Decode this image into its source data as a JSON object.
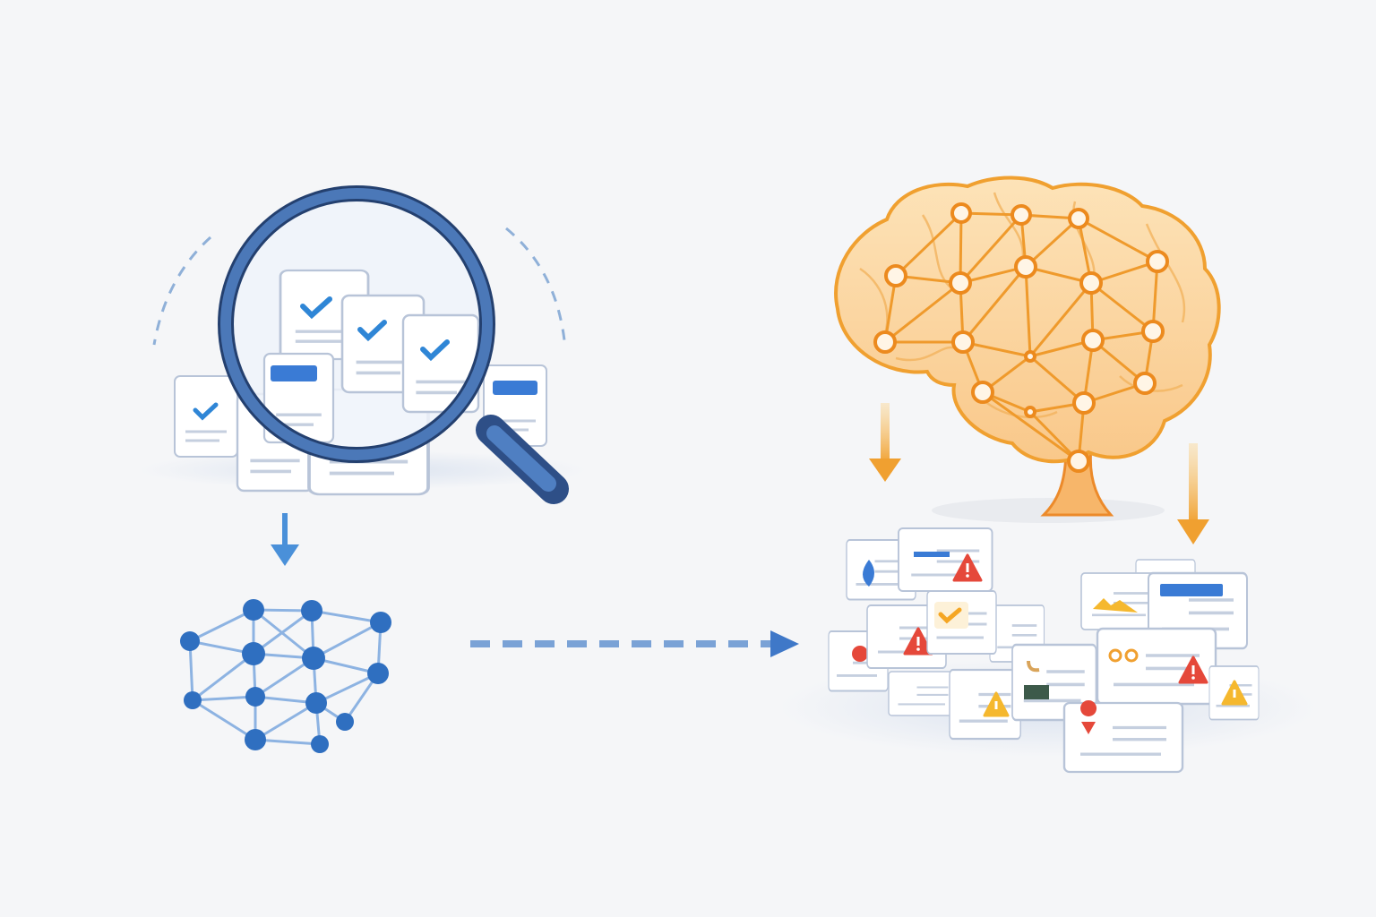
{
  "illustration": {
    "left_group": {
      "icon": "magnifying-glass-over-documents-icon",
      "document_marks": [
        "checkmark",
        "checkmark",
        "checkmark",
        "checkmark"
      ]
    },
    "down_arrow": {
      "icon": "arrow-down-icon"
    },
    "network": {
      "icon": "network-graph-icon"
    },
    "connector": {
      "icon": "dashed-arrow-right-icon"
    },
    "brain": {
      "icon": "brain-neural-network-icon"
    },
    "brain_arrows": {
      "icon": "arrow-down-icon"
    },
    "alert_cards": {
      "icon": "warning-documents-icon",
      "marks": [
        "warning",
        "warning",
        "warning",
        "warning",
        "checkmark",
        "pin"
      ]
    }
  },
  "colors": {
    "background": "#f5f6f8",
    "blue_primary": "#3f6aa8",
    "blue_light": "#4a90d9",
    "network_node": "#2f6fc0",
    "orange": "#f0a030",
    "orange_dark": "#e07a1a",
    "brain_fill": "#fbd9a8",
    "warning_red": "#e5483a",
    "warning_yellow": "#f5b82e"
  }
}
